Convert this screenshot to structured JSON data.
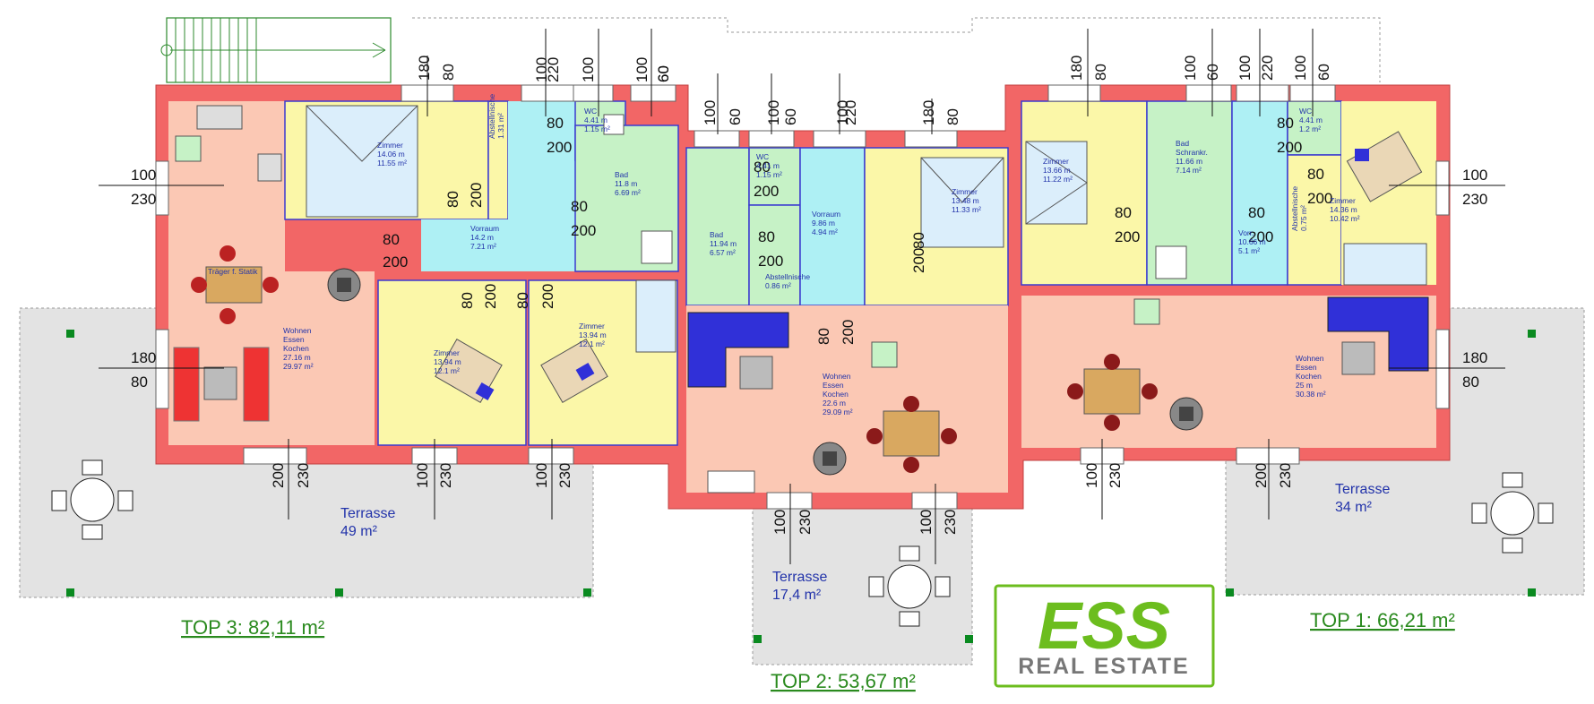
{
  "units": [
    {
      "label": "TOP 3: 82,11 m²"
    },
    {
      "label": "TOP 2: 53,67 m²"
    },
    {
      "label": "TOP 1: 66,21 m²"
    }
  ],
  "terraces": [
    {
      "name": "Terrasse",
      "area": "49 m²"
    },
    {
      "name": "Terrasse",
      "area": "17,4 m²"
    },
    {
      "name": "Terrasse",
      "area": "34 m²"
    }
  ],
  "rooms": [
    {
      "lines": [
        "Zimmer",
        "14.06 m",
        "11.55 m²"
      ]
    },
    {
      "lines": [
        "Abstellnische",
        "1.31 m²"
      ]
    },
    {
      "lines": [
        "WC",
        "4.41 m",
        "1.15 m²"
      ]
    },
    {
      "lines": [
        "Bad",
        "11.8 m",
        "6.69 m²"
      ]
    },
    {
      "lines": [
        "Vorraum",
        "14.2 m",
        "7.21 m²"
      ]
    },
    {
      "lines": [
        "Träger f. Statik"
      ]
    },
    {
      "lines": [
        "Wohnen",
        "Essen",
        "Kochen",
        "27.16 m",
        "29.97 m²"
      ]
    },
    {
      "lines": [
        "Zimmer",
        "13.94 m",
        "12.1 m²"
      ]
    },
    {
      "lines": [
        "Zimmer",
        "13.94 m",
        "12.1 m²"
      ]
    },
    {
      "lines": [
        "WC",
        "4.41 m",
        "1.15 m²"
      ]
    },
    {
      "lines": [
        "Bad",
        "11.94 m",
        "6.57 m²"
      ]
    },
    {
      "lines": [
        "Vorraum",
        "9.86 m",
        "4.94 m²"
      ]
    },
    {
      "lines": [
        "Abstellnische",
        "0.86 m²"
      ]
    },
    {
      "lines": [
        "Zimmer",
        "13.48 m",
        "11.33 m²"
      ]
    },
    {
      "lines": [
        "Wohnen",
        "Essen",
        "Kochen",
        "22.6 m",
        "29.09 m²"
      ]
    },
    {
      "lines": [
        "Zimmer",
        "13.66 m",
        "11.22 m²"
      ]
    },
    {
      "lines": [
        "Bad",
        "Schrankr.",
        "11.66 m",
        "7.14 m²"
      ]
    },
    {
      "lines": [
        "WC",
        "4.41 m",
        "1.2 m²"
      ]
    },
    {
      "lines": [
        "Vorr.",
        "10.66 m",
        "5.1 m²"
      ]
    },
    {
      "lines": [
        "Abstellnische",
        "0.75 m²"
      ]
    },
    {
      "lines": [
        "Zimmer",
        "14.36 m",
        "10.42 m²"
      ]
    },
    {
      "lines": [
        "Wohnen",
        "Essen",
        "Kochen",
        "25 m",
        "30.38 m²"
      ]
    }
  ],
  "dims": [
    "180",
    "80",
    "100",
    "220",
    "100",
    "60",
    "100",
    "60",
    "100",
    "60",
    "100",
    "60",
    "100",
    "220",
    "180",
    "80",
    "180",
    "80",
    "100",
    "60",
    "100",
    "220",
    "100",
    "60",
    "100",
    "230",
    "180",
    "80",
    "100",
    "230",
    "180",
    "80",
    "200",
    "230",
    "100",
    "230",
    "100",
    "230",
    "100",
    "230",
    "100",
    "230",
    "100",
    "230",
    "200",
    "230",
    "80",
    "200",
    "80",
    "200",
    "80",
    "200",
    "80",
    "200",
    "80",
    "200",
    "80",
    "200",
    "80",
    "200",
    "80",
    "200",
    "80",
    "200",
    "80",
    "200",
    "80",
    "200",
    "80",
    "200",
    "80",
    "200",
    "80",
    "200"
  ],
  "logo": {
    "main": "ESS",
    "sub": "REAL ESTATE"
  },
  "colors": {
    "wall": "#f26666",
    "living": "#fbc8b4",
    "bedroom": "#fbf7a8",
    "bath": "#c6f2c6",
    "hall": "#aef0f4",
    "terrace": "#e3e3e3",
    "furniture_blue": "#3030d8",
    "logo_green": "#6cbd1e"
  }
}
